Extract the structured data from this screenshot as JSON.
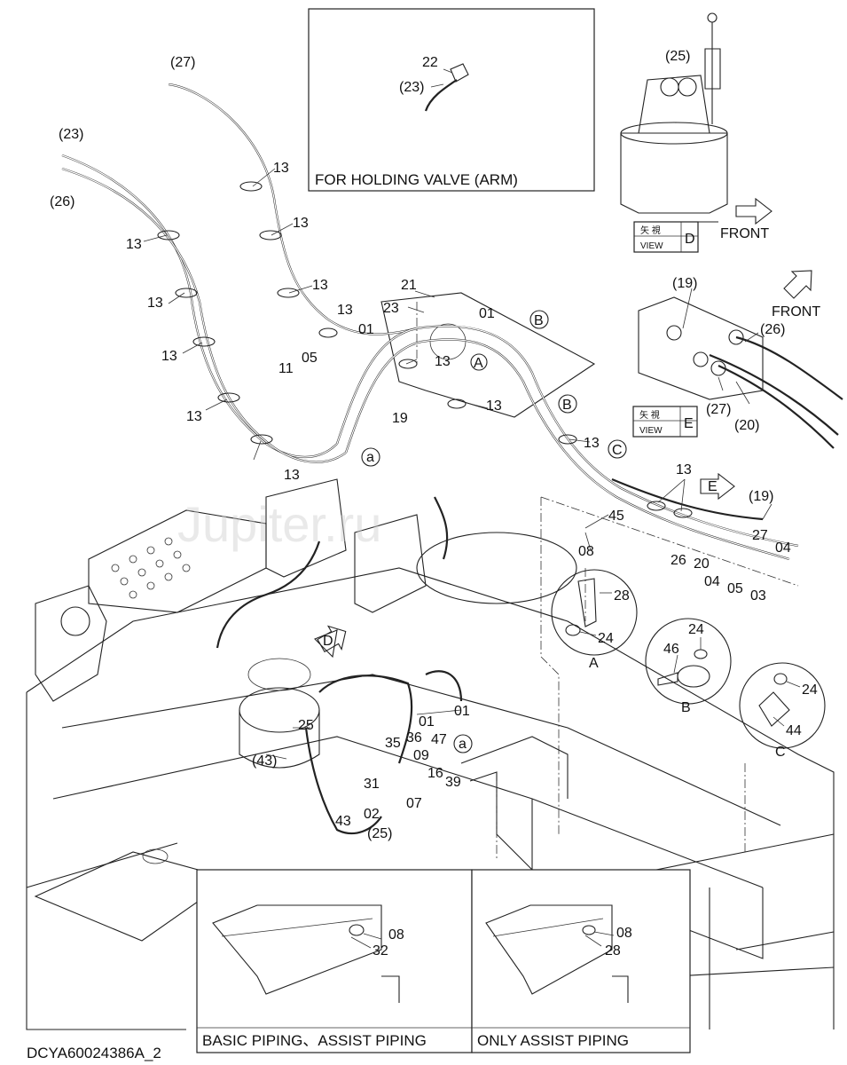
{
  "figure_code": "DCYA60024386A_2",
  "watermark": "Jupiter.ru",
  "insets": {
    "holding_valve": {
      "title": "FOR HOLDING VALVE (ARM)",
      "labels": [
        "22",
        "(23)"
      ]
    },
    "basic_piping": {
      "title": "BASIC PIPING、ASSIST PIPING",
      "labels": [
        "08",
        "32"
      ]
    },
    "only_assist": {
      "title": "ONLY ASSIST PIPING",
      "labels": [
        "08",
        "28"
      ]
    }
  },
  "views": {
    "d": {
      "kanji": "矢 視",
      "view": "VIEW",
      "letter": "D",
      "front": "FRONT",
      "labels": [
        "(25)"
      ]
    },
    "e": {
      "kanji": "矢 視",
      "view": "VIEW",
      "letter": "E",
      "front": "FRONT",
      "labels": [
        "(19)",
        "(26)",
        "(27)",
        "(20)"
      ]
    }
  },
  "details": {
    "a": {
      "letter": "A",
      "labels": [
        "28",
        "24"
      ]
    },
    "b": {
      "letter": "B",
      "labels": [
        "24",
        "46"
      ]
    },
    "c": {
      "letter": "C",
      "labels": [
        "24",
        "44"
      ]
    }
  },
  "callouts": [
    "(27)",
    "(23)",
    "(26)",
    "13",
    "13",
    "13",
    "13",
    "13",
    "13",
    "13",
    "13",
    "13",
    "13",
    "13",
    "13",
    "13",
    "21",
    "23",
    "01",
    "01",
    "05",
    "11",
    "19",
    "45",
    "08",
    "(19)",
    "27",
    "04",
    "20",
    "26",
    "04",
    "05",
    "03",
    "25",
    "01",
    "01",
    "(43)",
    "35",
    "36",
    "47",
    "09",
    "16",
    "39",
    "31",
    "07",
    "43",
    "02",
    "(25)"
  ],
  "markers": [
    "A",
    "B",
    "B",
    "C",
    "E",
    "D",
    "a",
    "a"
  ]
}
